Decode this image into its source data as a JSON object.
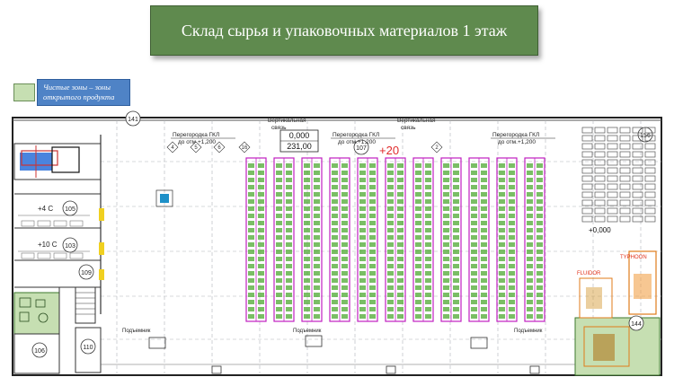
{
  "title": "Склад сырья и упаковочных материалов 1 этаж",
  "legend": {
    "label": "Чистые зоны – зоны открытого продукта",
    "color": "#c6dfb2"
  },
  "colors": {
    "banner": "#5f8a4e",
    "rack": "#c020c0",
    "rack_fill": "#4da832",
    "grid": "#9aa0a6",
    "clean_zone": "#c6dfb2"
  },
  "plan": {
    "rooms": [
      {
        "id": "room-105",
        "number": "105",
        "temp": "+4 С"
      },
      {
        "id": "room-103",
        "number": "103",
        "temp": "+10 С"
      },
      {
        "id": "room-109",
        "number": "109",
        "temp": ""
      },
      {
        "id": "room-106",
        "number": "106",
        "temp": ""
      },
      {
        "id": "room-110",
        "number": "110",
        "temp": ""
      },
      {
        "id": "room-107",
        "number": "107",
        "temp": ""
      },
      {
        "id": "room-156",
        "number": "156",
        "temp": ""
      },
      {
        "id": "room-144",
        "number": "144",
        "temp": ""
      },
      {
        "id": "room-141",
        "number": "141",
        "temp": ""
      }
    ],
    "partition_labels": [
      {
        "line1": "Перегородка ГКЛ",
        "line2": "до отм.+1,200"
      },
      {
        "line1": "Перегородка ГКЛ",
        "line2": "до отм.+1,200"
      },
      {
        "line1": "Перегородка ГКЛ",
        "line2": "до отм.+1,200"
      }
    ],
    "vertical_link_labels": [
      {
        "line1": "Вертикальная",
        "line2": "связь"
      },
      {
        "line1": "Вертикальная",
        "line2": "связь"
      }
    ],
    "elevation_box": {
      "top": "0,000",
      "bottom": "231,00"
    },
    "temperature_mark": "+20",
    "elevation_right": "+0,000",
    "equipment_labels": [
      "FLUIDOR",
      "TYPHOON"
    ],
    "lift_label": "Подъемник",
    "axis_markers": [
      "4",
      "5",
      "6",
      "16",
      "2"
    ],
    "rack_rows": 11
  }
}
